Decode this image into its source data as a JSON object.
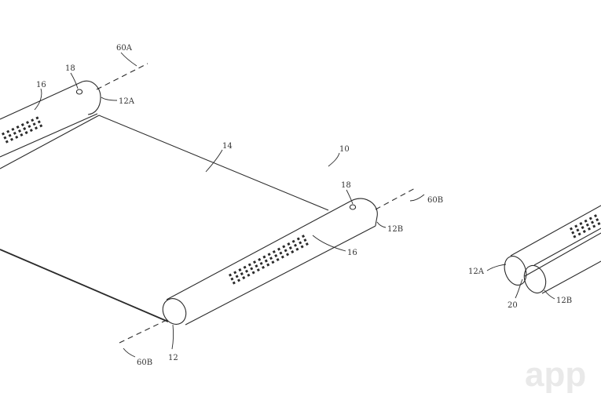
{
  "figure": {
    "labels": {
      "ref_10": "10",
      "ref_14": "14",
      "ref_16_left": "16",
      "ref_16_right": "16",
      "ref_18_left": "18",
      "ref_18_right": "18",
      "ref_12": "12",
      "ref_12A": "12A",
      "ref_12B": "12B",
      "ref_60A": "60A",
      "ref_60B_right": "60B",
      "ref_60B_bottom": "60B",
      "ref_12A_small": "12A",
      "ref_12B_small": "12B",
      "ref_20": "20"
    }
  },
  "watermark": {
    "text": "app"
  }
}
